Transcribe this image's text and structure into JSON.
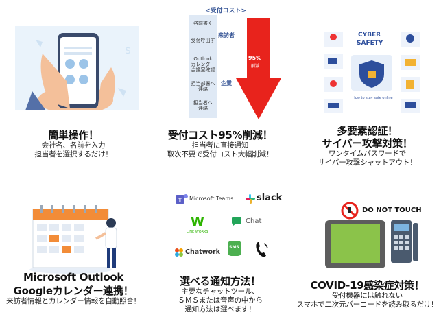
{
  "features": [
    {
      "title": "簡単操作！",
      "desc": [
        "会社名、名前を入力",
        "担当者を選択するだけ！"
      ],
      "icon": "smartphone-hands-illustration"
    },
    {
      "title": "受付コスト95%削減！",
      "desc": [
        "担当者に直接通知",
        "取次不要で受付コスト大幅削減！"
      ],
      "diagram": {
        "heading": "<受付コスト>",
        "steps": [
          "名前書く",
          "受付呼出す",
          "Outlook\nカレンダー\n会議室確認",
          "担当部署へ\n連絡",
          "担当者へ\n連絡"
        ],
        "roles": [
          "来訪者",
          "企業"
        ],
        "arrow_value": "95%",
        "arrow_sub": "削減"
      }
    },
    {
      "title": "多要素認証！",
      "title2": "サイバー攻撃対策！",
      "desc": [
        "ワンタイムパスワードで",
        "サイバー攻撃シャットアウト！"
      ],
      "image_text": [
        "CYBER",
        "SAFETY",
        "How to stay safe online"
      ]
    },
    {
      "title": "Microsoft Outlook",
      "title2": "Googleカレンダー連携！",
      "desc": [
        "来訪者情報とカレンダー情報を自動照合！"
      ],
      "icon": "calendar-person-illustration"
    },
    {
      "title": "選べる通知方法！",
      "desc": [
        "主要なチャットツール、",
        "ＳＭＳまたは音声の中から",
        "通知方法は選べます！"
      ],
      "apps": [
        "Microsoft Teams",
        "slack",
        "LINE WORKS",
        "Chat",
        "Chatwork",
        "SMS"
      ]
    },
    {
      "title": "COVID-19感染症対策！",
      "desc": [
        "受付機器には触れない",
        "スマホで二次元バーコードを読み取るだけ！"
      ],
      "image_text": "DO NOT TOUCH"
    }
  ],
  "colors": {
    "arrow_red": "#e8231c",
    "teams_purple": "#5b5fc7",
    "lineworks_green": "#2db400",
    "chat_green": "#22a559",
    "cyber_blue": "#2d4e9c",
    "calendar_orange": "#f28c38",
    "phone_blue": "#7cb4e0"
  }
}
